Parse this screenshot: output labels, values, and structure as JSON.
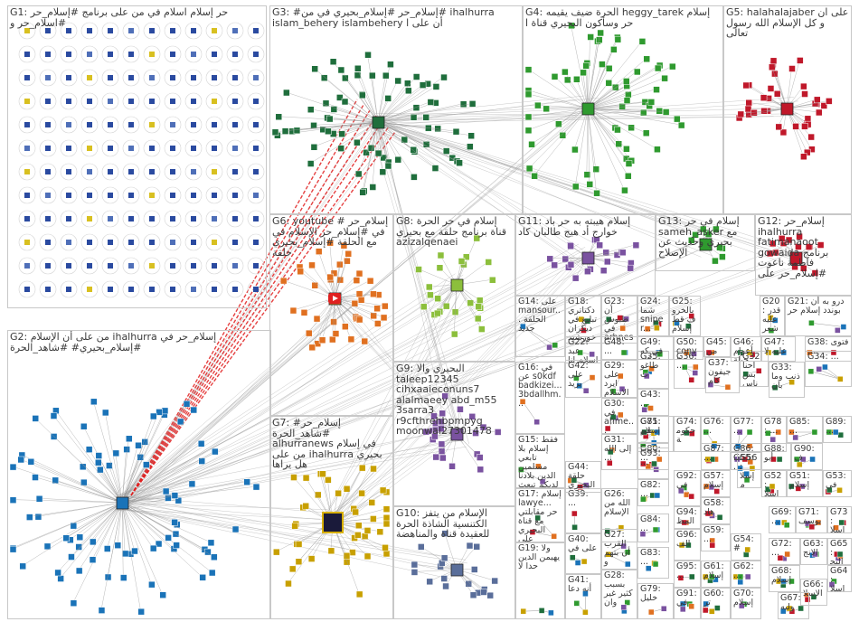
{
  "colors": {
    "panel_border": "#c8c8c8",
    "edge": "#9a9a9a",
    "red_edge": "#e02020",
    "g1": "#2a4aa0",
    "g2": "#1a73b8",
    "g3": "#1f6e3c",
    "g4": "#2f9a2f",
    "g5": "#c0182a",
    "g6": "#e07020",
    "g7": "#c8a000",
    "g8": "#8cbf3c",
    "g9": "#7a52a0",
    "g10": "#5a6e9a"
  },
  "groups": [
    {
      "id": "g1",
      "label": "G1: حر إسلام اسلام في من على برنامج #إسلام_حر #اسلام_حر و"
    },
    {
      "id": "g2",
      "label": "G2: من على أن الإسلام ihalhurra إسلام_حر في #إسلام_بحيري# #شاهد_الحرة"
    },
    {
      "id": "g3",
      "label": "G3: #إسلام_حر #إسلام_بحيري في من# ihalhurra islam_behery islambehery أن على ا"
    },
    {
      "id": "g4",
      "label": "G4: الحرة ضيف يقيمه heggy_tarek إسلام حر وسأكون البحيري قناة ا"
    },
    {
      "id": "g5",
      "label": "G5: halahalajaber على ان و كل الإسلام الله رسول تعالى"
    },
    {
      "id": "g6",
      "label": "G6: youtube # إسلام_حر في #إسلام_حر الإسلام في مع الحلقة #إسلام_بحيري حلقة"
    },
    {
      "id": "g7",
      "label": "G7: #إسلام_حر #شاهد_الحرة alhurranews في إسلام من على ihalhurra بحيري هل يراها"
    },
    {
      "id": "g8",
      "label": "G8: إسلام في حر الحرة قناة برنامج حلقة مع بحيري azizalqenaei"
    },
    {
      "id": "g9",
      "label": "G9: البحيري والا taleep12345 cihxaaieconuns7 alalmaeey abd_m55 3sarra3 r9cfthrehbpmpyg moonwal27301478"
    },
    {
      "id": "g10",
      "label": "G10: الإسلام من يتفز الكتنسية الشاذة الحرة للعقيدة قناة والمناهضة"
    },
    {
      "id": "g11",
      "label": "G11: إسلام هيبته به حر باد خوارج أد هيج طالبان كاد"
    },
    {
      "id": "g12",
      "label": "G12: إسلام_حر ihalhurra fatimanaoot gowaida برنامج فاطمة ناعوت #إسلام_حر على"
    },
    {
      "id": "g13",
      "label": "G13: إسلام في حر sameh_asker مع بحيري وحديث عن الإصلاح"
    },
    {
      "id": "g14",
      "label": "G14: على mansour... الحلقة جديد"
    },
    {
      "id": "g15",
      "label": "G15: فقط إسلام بلا تابعي مسلمين الدين بلادنا لديكم تبعث روح"
    },
    {
      "id": "g16",
      "label": "G16: في عن s0kdf badkizei... 3bdallhm..."
    },
    {
      "id": "g17",
      "label": "G17: إسلام lawye... حر مقابلتي مع قناة البحيري على"
    },
    {
      "id": "g18",
      "label": "G18: دكتاتري تبليغ في ديكران خورشيد وشعائ"
    },
    {
      "id": "g19",
      "label": "G19: ولا يهيمن الدين حدا لا"
    },
    {
      "id": "g20",
      "label": "G20: قدر عليه شعرى إسلام"
    },
    {
      "id": "g21",
      "label": "G21: درو به أن بوندد إسلام حر"
    },
    {
      "id": "g22",
      "label": "G22: عبد إسلام انا المنتصف"
    },
    {
      "id": "g23",
      "label": "G23: أن طبوش في arhnest..."
    },
    {
      "id": "g24",
      "label": "G24: شما sniper..."
    },
    {
      "id": "g25",
      "label": "G25: بالخروف قط إسلام"
    },
    {
      "id": "g26",
      "label": "G26: الله من الإسلام"
    },
    {
      "id": "g27",
      "label": "G27: القرب أن بتهم و"
    },
    {
      "id": "g28",
      "label": "G28: بسبب كثير غير وان"
    },
    {
      "id": "g29",
      "label": "G29: على ايرد الاسلام"
    },
    {
      "id": "g30",
      "label": "G30: في ahme... والاسلام"
    },
    {
      "id": "g31",
      "label": "G31: إلى الله ..."
    },
    {
      "id": "g32",
      "label": "G32: احنا بس ناس"
    },
    {
      "id": "g33",
      "label": "G33: ذنب وما بان"
    },
    {
      "id": "g34",
      "label": "G34: ..."
    },
    {
      "id": "g35",
      "label": "G35: طاغوت"
    },
    {
      "id": "g36",
      "label": "G36: ..."
    },
    {
      "id": "g37",
      "label": "G37: جيفون كام"
    },
    {
      "id": "g38",
      "label": "G38: فتوى ..."
    },
    {
      "id": "g39",
      "label": "G39: ..."
    },
    {
      "id": "g40",
      "label": "G40: على في"
    },
    {
      "id": "g41",
      "label": "G41: أنه دعا"
    },
    {
      "id": "g42",
      "label": "G42: على يزيد"
    },
    {
      "id": "g43",
      "label": "G43: ..."
    },
    {
      "id": "g44",
      "label": "G44: حلقة البحيري"
    },
    {
      "id": "g45",
      "label": "G45: من"
    },
    {
      "id": "g46",
      "label": "G46: أعوام جيلة"
    },
    {
      "id": "g47",
      "label": "G47: عليه لا"
    },
    {
      "id": "g48",
      "label": "G48: ..."
    },
    {
      "id": "g49",
      "label": "G49: في كه تكاه"
    },
    {
      "id": "g50",
      "label": "G50: conve... anoth..."
    },
    {
      "id": "g51",
      "label": "G51: إسلام"
    },
    {
      "id": "g52",
      "label": "G52: إسلام"
    },
    {
      "id": "g53",
      "label": "G53: في"
    },
    {
      "id": "g54",
      "label": "G54: #"
    },
    {
      "id": "g55",
      "label": "G55: ..."
    },
    {
      "id": "g56",
      "label": "G56: إسلام"
    },
    {
      "id": "g57",
      "label": "G57: إسلام"
    },
    {
      "id": "g58",
      "label": "G58: هاد"
    },
    {
      "id": "g59",
      "label": "G59: ..."
    },
    {
      "id": "g60",
      "label": "G60: تر"
    },
    {
      "id": "g61",
      "label": "G61: إسلام"
    },
    {
      "id": "g62",
      "label": "G62: ..."
    },
    {
      "id": "g63",
      "label": "G63: الانج"
    },
    {
      "id": "g64",
      "label": "G64: إسلام"
    },
    {
      "id": "g65",
      "label": "G65: البحي"
    },
    {
      "id": "g66",
      "label": "G66: الإسلا"
    },
    {
      "id": "g67",
      "label": "G67: وليه"
    },
    {
      "id": "g68",
      "label": "G68: إسلام"
    },
    {
      "id": "g69",
      "label": "G69: ..."
    },
    {
      "id": "g70",
      "label": "G70: إسلام"
    },
    {
      "id": "g71",
      "label": "G71: يوسف"
    },
    {
      "id": "g72",
      "label": "G72: ..."
    },
    {
      "id": "g73",
      "label": "G73: إسلام"
    },
    {
      "id": "g74",
      "label": "G74: حكومة"
    },
    {
      "id": "g75",
      "label": "G75: إسلام"
    },
    {
      "id": "g76",
      "label": "G76: ..."
    },
    {
      "id": "g77",
      "label": "G77: ..."
    },
    {
      "id": "g78",
      "label": "G78: ..."
    },
    {
      "id": "g79",
      "label": "G79: خليل"
    },
    {
      "id": "g80",
      "label": "G80: ..."
    },
    {
      "id": "g81",
      "label": "G81: في"
    },
    {
      "id": "g82",
      "label": "G82: ..."
    },
    {
      "id": "g83",
      "label": "G83: ..."
    },
    {
      "id": "g84",
      "label": "G84: ..."
    },
    {
      "id": "g85",
      "label": "G85: ..."
    },
    {
      "id": "g86",
      "label": "G86: ..."
    },
    {
      "id": "g87",
      "label": "G87: ..."
    },
    {
      "id": "g88",
      "label": "G88: أبو"
    },
    {
      "id": "g89",
      "label": "G89: ..."
    },
    {
      "id": "g90",
      "label": "G90: ف"
    },
    {
      "id": "g91",
      "label": "G91: في"
    },
    {
      "id": "g92",
      "label": "G92: في"
    },
    {
      "id": "g93",
      "label": "G93: ..."
    },
    {
      "id": "g94",
      "label": "G94: المظ"
    },
    {
      "id": "g95",
      "label": "G95: ..."
    },
    {
      "id": "g96",
      "label": "G96: الف"
    }
  ]
}
